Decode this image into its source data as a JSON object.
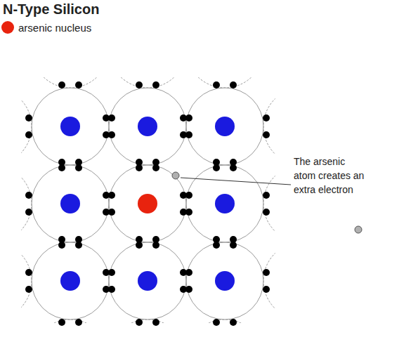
{
  "diagram": {
    "title": "N-Type Silicon",
    "labels": [
      "The arsenic atom creates an extra electron"
    ],
    "legend": [
      {
        "text": "arsenic nucleus",
        "color": "#e8230e"
      }
    ]
  }
}
